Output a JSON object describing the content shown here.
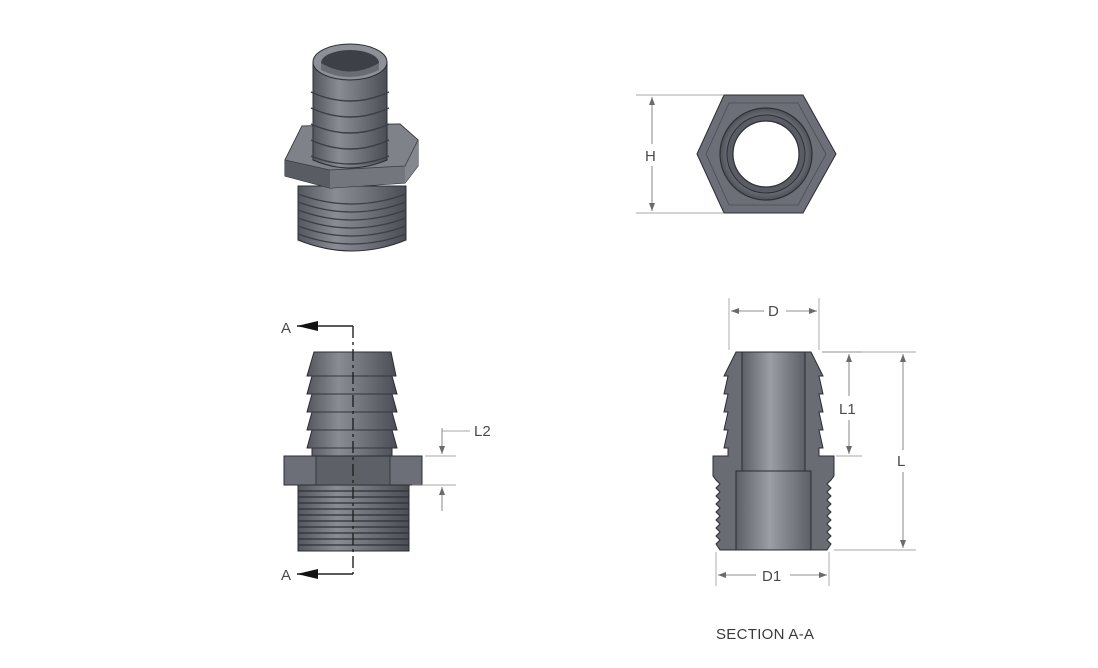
{
  "labels": {
    "section_a_top": "A",
    "section_a_bottom": "A",
    "h": "H",
    "d": "D",
    "l1": "L1",
    "l": "L",
    "l2": "L2",
    "d1": "D1",
    "section_caption": "SECTION A-A"
  },
  "colors": {
    "body": "#6d6f78",
    "body_dark": "#4e5058",
    "body_light": "#9a9ca4",
    "edge": "#2a2c33",
    "dimension": "#6a6a6a"
  }
}
